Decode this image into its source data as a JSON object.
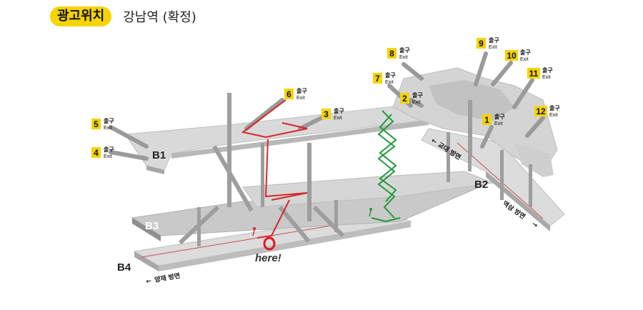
{
  "header": {
    "badge": "광고위치",
    "title": "강남역 (확정)"
  },
  "exits": [
    {
      "num": "1",
      "ko": "출구",
      "en": "Exit"
    },
    {
      "num": "2",
      "ko": "출구",
      "en": "Exit"
    },
    {
      "num": "3",
      "ko": "출구",
      "en": "Exit"
    },
    {
      "num": "4",
      "ko": "출구",
      "en": "Exit"
    },
    {
      "num": "5",
      "ko": "출구",
      "en": "Exit"
    },
    {
      "num": "6",
      "ko": "출구",
      "en": "Exit"
    },
    {
      "num": "7",
      "ko": "출구",
      "en": "Exit"
    },
    {
      "num": "8",
      "ko": "출구",
      "en": "Exit"
    },
    {
      "num": "9",
      "ko": "출구",
      "en": "Exit"
    },
    {
      "num": "10",
      "ko": "출구",
      "en": "Exit"
    },
    {
      "num": "11",
      "ko": "출구",
      "en": "Exit"
    },
    {
      "num": "12",
      "ko": "출구",
      "en": "Exit"
    }
  ],
  "floors": {
    "b1": "B1",
    "b2": "B2",
    "b3": "B3",
    "b4": "B4"
  },
  "directions": {
    "gyodae": "교대 방면",
    "yeoksam": "역삼 방면",
    "yangjae": "양재 방면"
  },
  "marker": {
    "label": "here!"
  },
  "colors": {
    "badge": "#f5d400",
    "marker": "#e8151b",
    "route_red": "#d8262c",
    "route_green": "#1f9a3a",
    "structure": "#b3b3b3"
  }
}
